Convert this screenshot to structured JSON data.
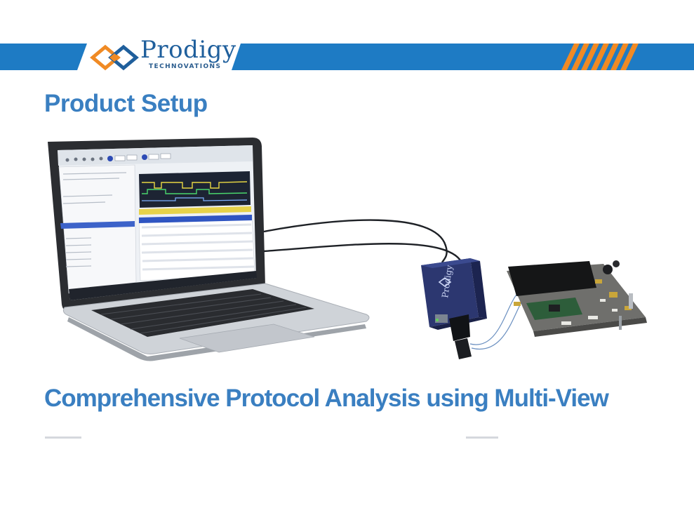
{
  "header": {
    "brand_name": "Prodigy",
    "brand_tagline": "TECHNOVATIONS",
    "colors": {
      "banner_blue": "#1e7bc4",
      "accent_orange": "#f08a24",
      "brand_navy": "#1f5f9c"
    }
  },
  "slide": {
    "title": "Product Setup",
    "subtitle": "Comprehensive Protocol Analysis using Multi-View",
    "heading_color": "#3a7fc1"
  },
  "illustration": {
    "analyzer_label": "Prodigy",
    "icons": [
      "prodigy-logo-icon",
      "laptop-icon",
      "protocol-analyzer-icon",
      "target-board-icon"
    ]
  }
}
